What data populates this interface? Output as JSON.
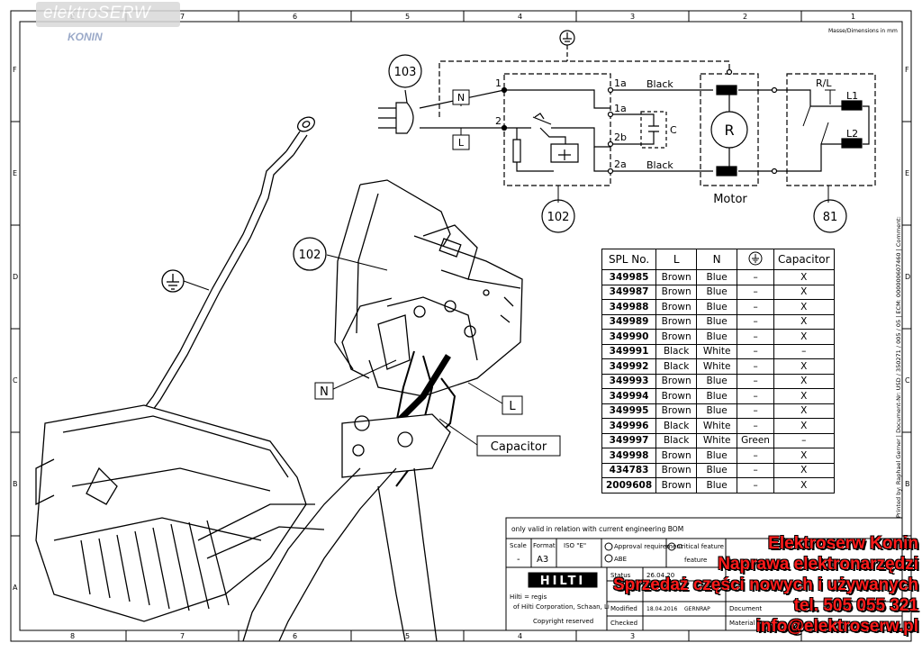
{
  "watermark": {
    "brand": "elektroSERW",
    "city": "KONIN"
  },
  "frame": {
    "col_labels": [
      "8",
      "7",
      "6",
      "5",
      "4",
      "3",
      "2",
      "1"
    ],
    "row_labels": [
      "F",
      "E",
      "D",
      "C",
      "B",
      "A"
    ],
    "dimensions_note": "Masse/Dimensions in mm",
    "side_text": "Printed by: Raphael Gerner | Document-Nr: USD / 350271 / 005 / 05 | ECM: 000000607460 | Comment:"
  },
  "schematic": {
    "callout_plug": "103",
    "callout_switch": "102",
    "callout_brush": "81",
    "n_box": "N",
    "l_box": "L",
    "node_1": "1",
    "node_2": "2",
    "term_1a_top": "1a",
    "term_1a_mid": "1a",
    "term_2b": "2b",
    "term_2a": "2a",
    "wire_black_top": "Black",
    "wire_black_bottom": "Black",
    "cap_label": "C",
    "motor_symbol": "R",
    "motor_label": "Motor",
    "rl_label": "R/L",
    "l1_label": "L1",
    "l2_label": "L2"
  },
  "drawing": {
    "callout_switch": "102",
    "label_n": "N",
    "label_l": "L",
    "label_capacitor": "Capacitor"
  },
  "bom": {
    "headers": [
      "SPL No.",
      "L",
      "N",
      "",
      "Capacitor"
    ],
    "rows": [
      [
        "349985",
        "Brown",
        "Blue",
        "–",
        "X"
      ],
      [
        "349987",
        "Brown",
        "Blue",
        "–",
        "X"
      ],
      [
        "349988",
        "Brown",
        "Blue",
        "–",
        "X"
      ],
      [
        "349989",
        "Brown",
        "Blue",
        "–",
        "X"
      ],
      [
        "349990",
        "Brown",
        "Blue",
        "–",
        "X"
      ],
      [
        "349991",
        "Black",
        "White",
        "–",
        "–"
      ],
      [
        "349992",
        "Black",
        "White",
        "–",
        "X"
      ],
      [
        "349993",
        "Brown",
        "Blue",
        "–",
        "X"
      ],
      [
        "349994",
        "Brown",
        "Blue",
        "–",
        "X"
      ],
      [
        "349995",
        "Brown",
        "Blue",
        "–",
        "X"
      ],
      [
        "349996",
        "Black",
        "White",
        "–",
        "X"
      ],
      [
        "349997",
        "Black",
        "White",
        "Green",
        "–"
      ],
      [
        "349998",
        "Brown",
        "Blue",
        "–",
        "X"
      ],
      [
        "434783",
        "Brown",
        "Blue",
        "–",
        "X"
      ],
      [
        "2009608",
        "Brown",
        "Blue",
        "–",
        "X"
      ]
    ]
  },
  "title_block": {
    "note": "only valid in relation with current engineering BOM",
    "scale_label": "Scale",
    "scale_value": "-",
    "format_label": "Format",
    "format_value": "A3",
    "iso_label": "ISO \"E\"",
    "approval": "Approval requirement",
    "critical": "Critical feature",
    "abe": "ABE",
    "feature": "feature",
    "status_label": "Status",
    "status_date": "26.04.20",
    "modified_label": "Modified",
    "modified_date": "18.04.2016",
    "modified_by": "GERNRAP",
    "checked_label": "Checked",
    "document_label": "Document",
    "material_label": "Material",
    "legal_1": "Hilti = regis",
    "legal_2": "of Hilti Corporation, Schaan, Li",
    "copyright": "Copyright reserved",
    "brand": "HILTI"
  },
  "overlay": {
    "line1": "Elektroserw Konin",
    "line2": "Naprawa elektronarzędzi",
    "line3": "Sprzedaż części nowych i używanych",
    "line4": "tel. 505 055 321",
    "line5": "info@elektroserw.pl"
  }
}
